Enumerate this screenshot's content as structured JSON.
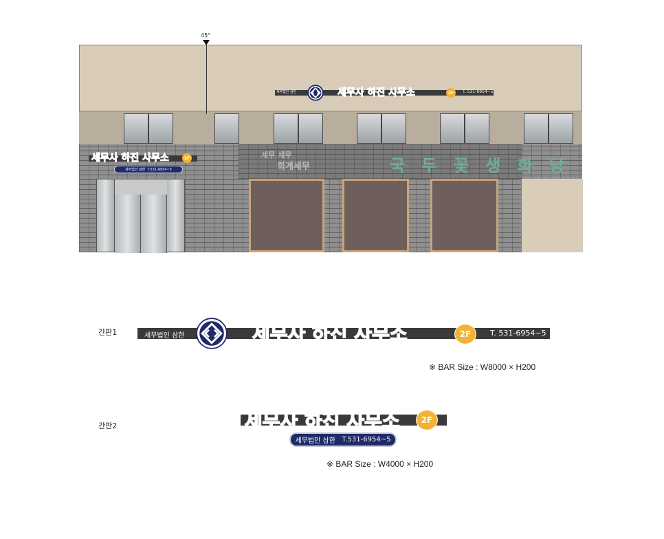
{
  "angle_marker": "45°",
  "sign_type1_label": "간판1",
  "sign_type2_label": "간판2",
  "corp_name": "세무법인 삼한",
  "office_name": {
    "part1": "세무사 ",
    "highlight": "하진",
    "part2": " 사무소"
  },
  "floor_badge": "2F",
  "phone_type1": "T. 531-6954~5",
  "phone_type2": "T.531-6954~5",
  "bar_size_1": "※ BAR Size : W8000 × H200",
  "bar_size_2": "※ BAR Size : W4000 × H200",
  "old_sign_1": "세무 세무",
  "old_sign_2": "회계세무",
  "old_sign_3": "국 두 꽃 생 화 당",
  "colors": {
    "navy": "#1f2a66",
    "yellow": "#f2b233",
    "bar": "#3a3a3a",
    "wall": "#d8ccb8",
    "door": "#6e5f5c"
  }
}
